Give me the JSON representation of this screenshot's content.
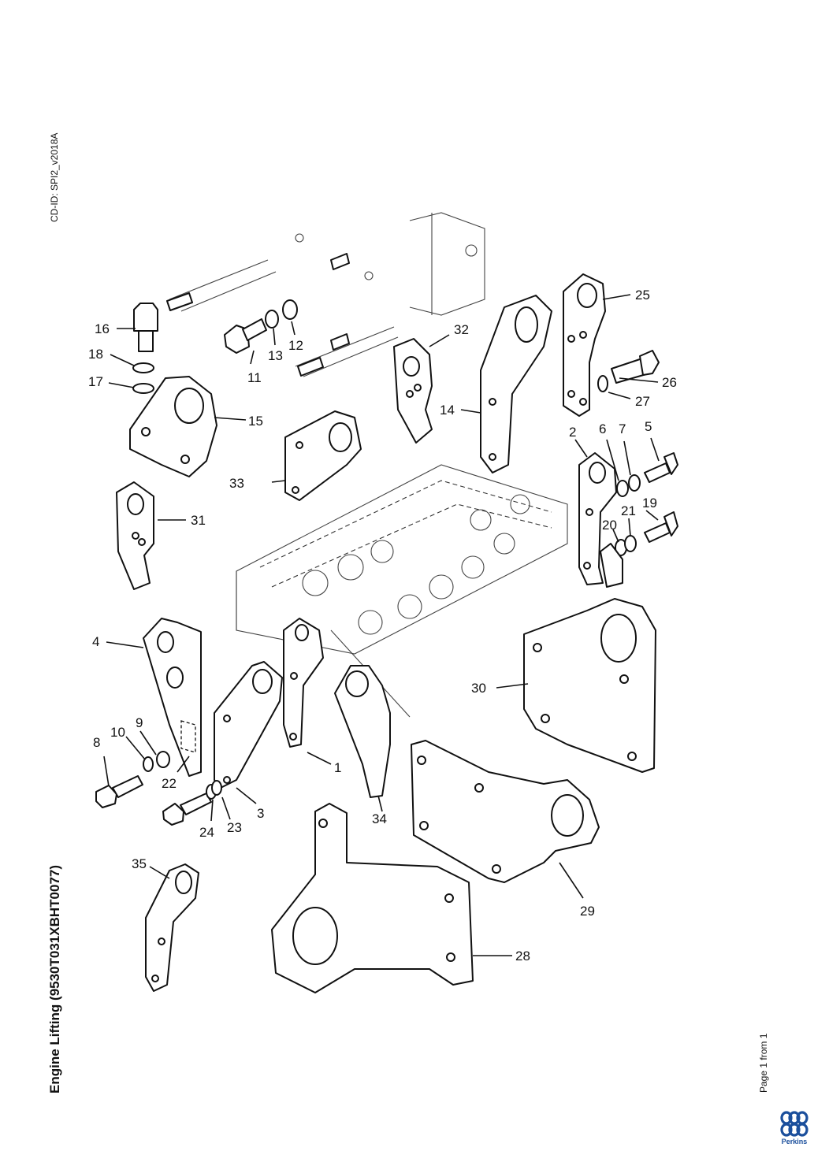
{
  "header": {
    "cd_id": "CD-ID: SPI2_v2018A"
  },
  "title": "Engine Lifting (9530T031XBHT0077)",
  "footer": {
    "page_info": "Page 1 from 1",
    "brand": "Perkins"
  },
  "colors": {
    "ink": "#111111",
    "brand_blue": "#1b4f9c",
    "background": "#ffffff"
  },
  "callouts": [
    "1",
    "2",
    "3",
    "4",
    "5",
    "6",
    "7",
    "8",
    "9",
    "10",
    "11",
    "12",
    "13",
    "14",
    "15",
    "16",
    "17",
    "18",
    "19",
    "20",
    "21",
    "22",
    "23",
    "24",
    "25",
    "26",
    "27",
    "28",
    "29",
    "30",
    "31",
    "32",
    "33",
    "34",
    "35"
  ]
}
